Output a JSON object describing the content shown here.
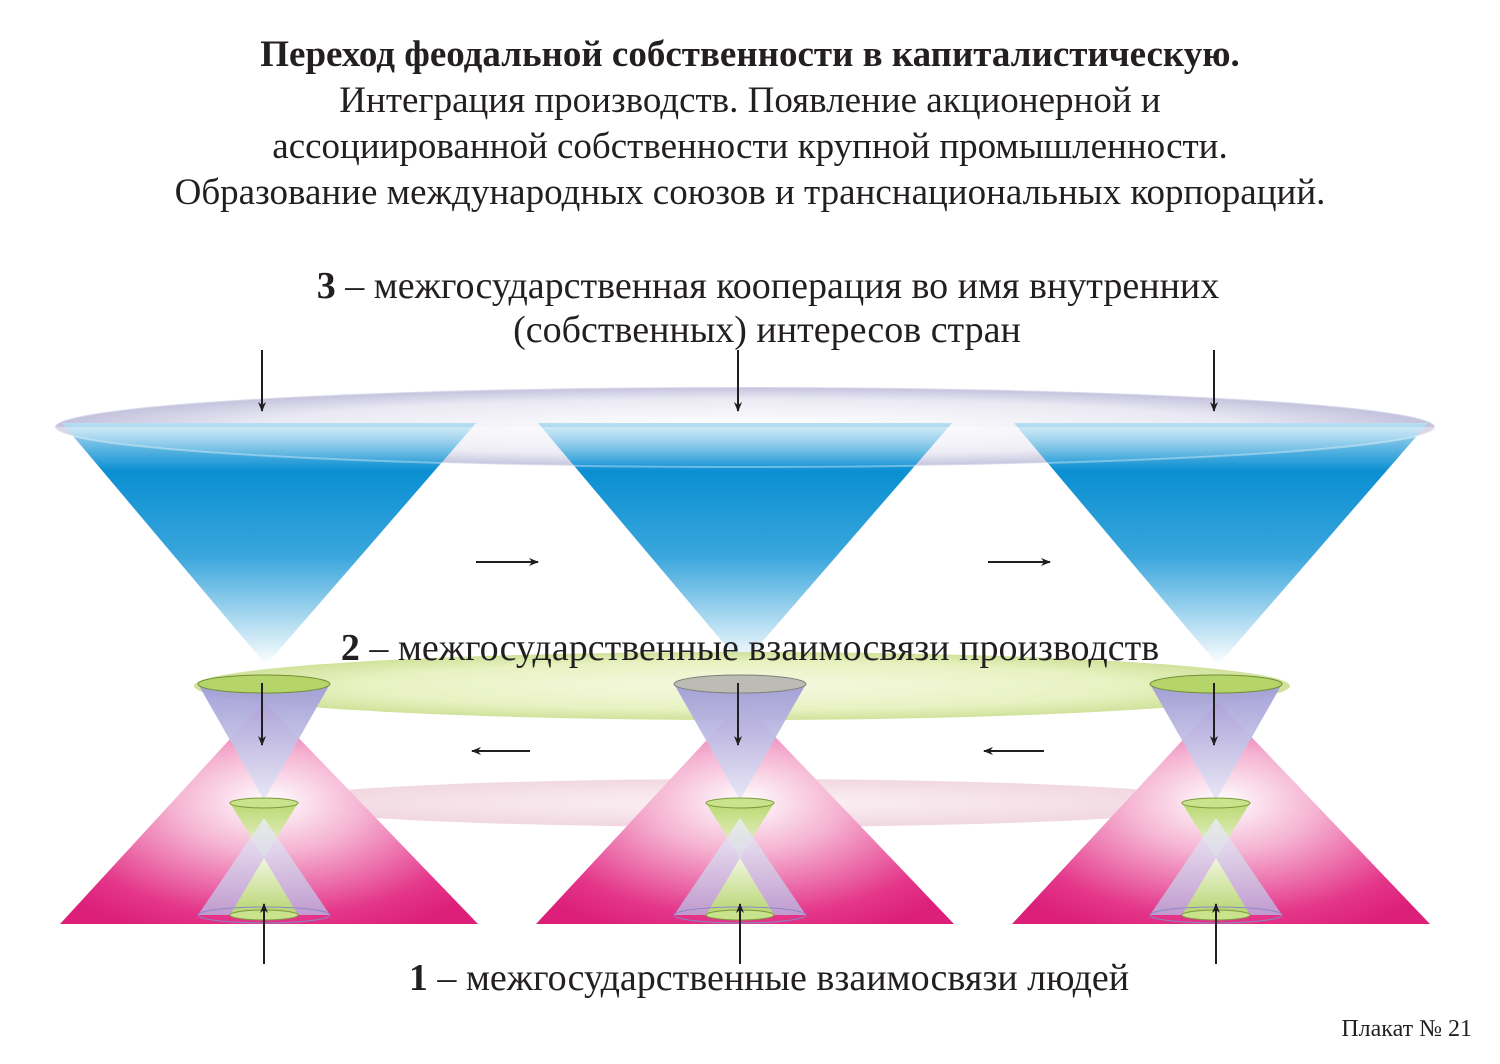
{
  "header": {
    "title_bold": "Переход феодальной собственности в капиталистическую.",
    "lines": [
      "Интеграция производств. Появление акционерной и",
      "ассоциированной собственности крупной промышленности.",
      "Образование международных союзов и транснациональных корпораций."
    ]
  },
  "levels": {
    "level3": {
      "number": "3",
      "text": "– межгосударственная кооперация во имя внутренних",
      "text_line2": "(собственных) интересов стран"
    },
    "level2": {
      "number": "2",
      "text": "– межгосударственные взаимосвязи производств"
    },
    "level1": {
      "number": "1",
      "text": "– межгосударственные взаимосвязи людей"
    }
  },
  "footer": {
    "poster_number": "Плакат № 21"
  },
  "colors": {
    "blue_cone": "#0288cf",
    "pink_cone": "#e0297f",
    "green_cone": "#c7df8a",
    "violet_cone": "#a6a2d9",
    "ring_top": "#c9c8e0",
    "ring_middle": "#d9e8a6",
    "ring_lower": "#f2d7e0"
  }
}
